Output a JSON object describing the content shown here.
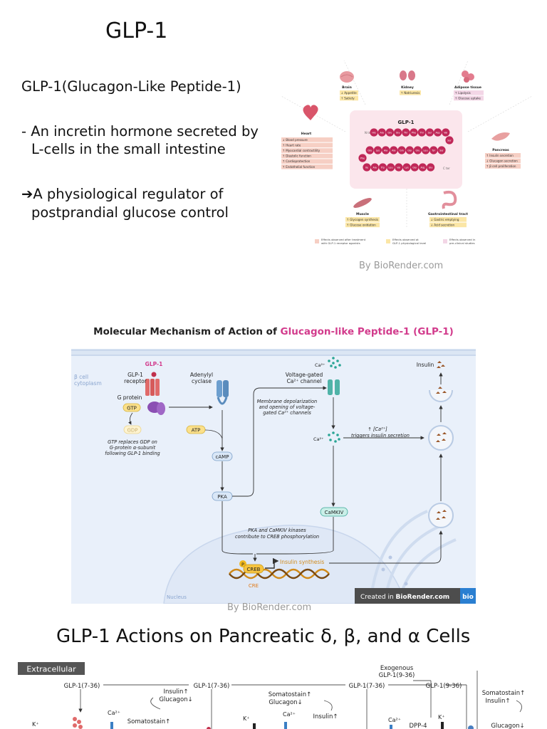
{
  "page": {
    "title": "GLP-1",
    "subtitle": "GLP-1(Glucagon-Like Peptide-1)",
    "bullet1_line1": "- An incretin hormone secreted by",
    "bullet1_line2": "L-cells in the small intestine",
    "arrow": "➔",
    "bullet2_line1": "A physiological regulator of",
    "bullet2_line2": "postprandial glucose control",
    "credit1": "By BioRender.com",
    "credit2": "By BioRender.com",
    "section3_title": "GLP-1 Actions on Pancreatic δ, β, and α Cells"
  },
  "organs": {
    "center_title": "GLP-1",
    "n_term": "N ter",
    "c_term": "C ter",
    "residues": [
      "His",
      "Ala",
      "Glu",
      "Gly",
      "Thr",
      "Phe",
      "Thr",
      "Ser",
      "Asp",
      "Val",
      "Ser",
      "Ser",
      "Tyr",
      "Leu",
      "Glu",
      "Gly",
      "Gln",
      "Ala",
      "Ala",
      "Lys",
      "Glu",
      "Phe",
      "Ile",
      "Ala",
      "Trp",
      "Leu",
      "Val",
      "Lys",
      "Gly",
      "Arg",
      "Gly"
    ],
    "brain": {
      "name": "Brain",
      "items": [
        "↓ Appetite",
        "↑ Satiety"
      ]
    },
    "kidney": {
      "name": "Kidney",
      "items": [
        "↑ Natriuresis"
      ]
    },
    "adipose": {
      "name": "Adipose tissue",
      "items": [
        "↑ Lipolysis",
        "↑ Glucose uptake"
      ]
    },
    "heart": {
      "name": "Heart",
      "items": [
        "↓ Blood pressure",
        "↑ Heart rate",
        "↑ Myocardial contractility",
        "↑ Diastolic function",
        "↑ Cardioprotection",
        "↑ Endothelial function"
      ]
    },
    "pancreas": {
      "name": "Pancreas",
      "items": [
        "↑ Insulin secretion",
        "↓ Glucagon secretion",
        "↑ β cell proliferation"
      ]
    },
    "muscle": {
      "name": "Muscle",
      "items": [
        "↑ Glycogen synthesis",
        "↑ Glucose oxidation"
      ]
    },
    "gi": {
      "name": "Gastrointestinal tract",
      "items": [
        "↓ Gastric emptying",
        "↓ Acid secretion"
      ]
    },
    "legend": [
      {
        "line1": "Effects observed after treatment",
        "line2": "with GLP-1 receptor agonists",
        "color": "#f6cfc4"
      },
      {
        "line1": "Effects observed at",
        "line2": "GLP-1 physiological level",
        "color": "#fbe6a6"
      },
      {
        "line1": "Effects observed in",
        "line2": "pre-clinical studies",
        "color": "#f3d6e6"
      }
    ]
  },
  "mechanism": {
    "title_black": "Molecular Mechanism of Action of ",
    "title_pink": "Glucagon-like Peptide-1 (GLP-1)",
    "glp1": "GLP-1",
    "receptor_l1": "GLP-1",
    "receptor_l2": "receptor",
    "gprotein": "G protein",
    "gtp": "GTP",
    "gdp": "GDP",
    "gtp_note": [
      "GTP replaces GDP on",
      "G-protein α-subunit",
      "following GLP-1 binding"
    ],
    "cytoplasm_l1": "β cell",
    "cytoplasm_l2": "cytoplasm",
    "adenylyl_l1": "Adenylyl",
    "adenylyl_l2": "cyclase",
    "atp": "ATP",
    "camp": "cAMP",
    "pka": "PKA",
    "ca_top": "Ca²⁺",
    "channel_l1": "Voltage-gated",
    "channel_l2": "Ca²⁺ channel",
    "membrane_note": [
      "Membrane depolarization",
      "and opening of voltage-",
      "gated Ca²⁺ channels"
    ],
    "ca_mid": "Ca²⁺",
    "ca_trigger_l1": "↑ [Ca²⁺]",
    "ca_trigger_l2": "triggers insulin secretion",
    "camkiv": "CaMKIV",
    "insulin": "Insulin",
    "kinase_note": [
      "PKA and CaMKIV kinases",
      "contribute to CREB phosphorylation"
    ],
    "p": "P",
    "creb": "CREB",
    "cre": "CRE",
    "insulin_synth": "Insulin synthesis",
    "nucleus": "Nucleus",
    "created_in": "Created in ",
    "created_brand": "BioRender.com",
    "bio": "bio"
  },
  "pancreatic": {
    "extracellular": "Extracellular",
    "glp1_736_a": "GLP-1(7-36)",
    "glp1_736_b": "GLP-1(7-36)",
    "glp1_736_c": "GLP-1(7-36)",
    "exogenous_l1": "Exogenous",
    "exogenous_l2": "GLP-1(9-36)",
    "glp1_936": "GLP-1(9-36)",
    "insulin_up": "Insulin↑",
    "glucagon_down": "Glucagon↓",
    "somatostatin_up": "Somatostain↑",
    "somatostatin_up2": "Somatostain↑",
    "glucagon_down2": "Glucagon↓",
    "insulin_up2": "Insulin↑",
    "somatostatin_up3": "Somatostain↑",
    "insulin_up3": "Insulin↑",
    "glucagon_down3": "Glucagon↓",
    "dpp4": "DPP-4",
    "k": "K⁺",
    "ca": "Ca²⁺"
  }
}
